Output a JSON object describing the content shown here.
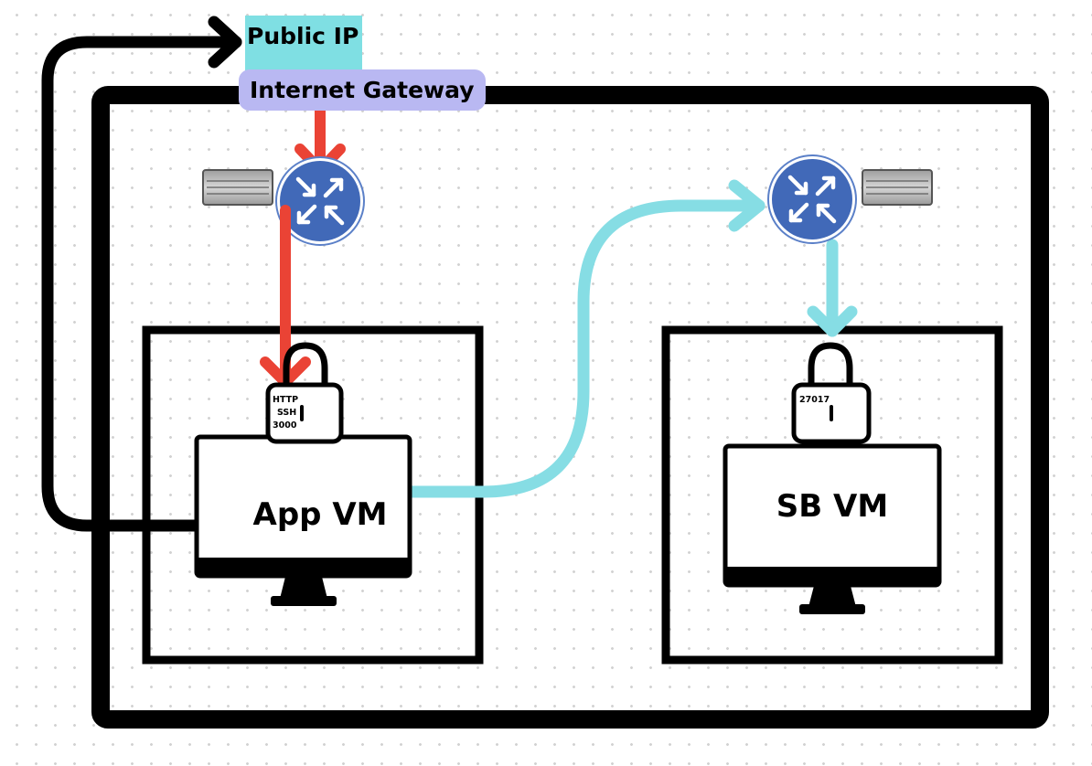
{
  "public_ip": {
    "label": "Public IP"
  },
  "internet_gateway": {
    "label": "Internet Gateway"
  },
  "app_vm": {
    "label": "App VM",
    "ports": [
      "HTTP",
      "SSH",
      "3000"
    ]
  },
  "db_vm": {
    "label": "SB VM",
    "ports": [
      "27017"
    ]
  },
  "colors": {
    "public_ip_bg": "#7fdfe3",
    "gateway_bg": "#b9b8f2",
    "inbound_arrow": "#ea4335",
    "private_arrow": "#86dde4",
    "router": "#4169b8",
    "outline": "#000000"
  },
  "icons": [
    "router-icon",
    "nsg-icon",
    "lock-icon",
    "monitor-icon"
  ]
}
